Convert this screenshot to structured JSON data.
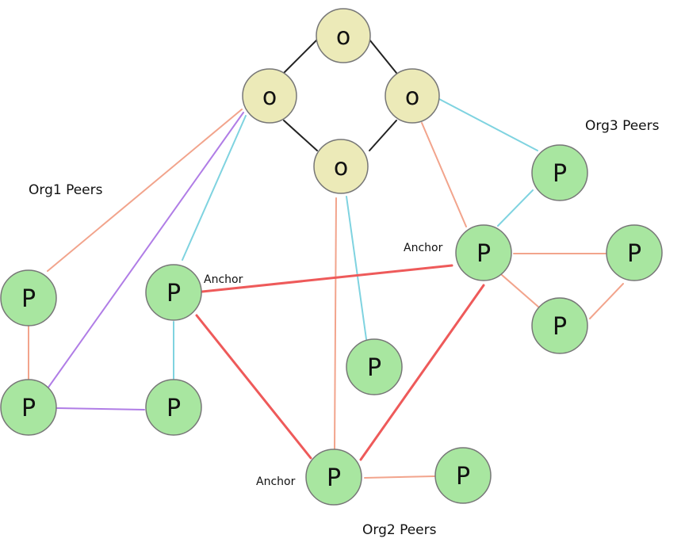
{
  "labels": {
    "org1": "Org1 Peers",
    "org2": "Org2 Peers",
    "org3": "Org3 Peers",
    "anchor": "Anchor"
  },
  "nodes": {
    "orderer_letter": "o",
    "peer_letter": "P"
  },
  "colors": {
    "orderer_fill": "#eceab8",
    "peer_fill": "#a8e6a0",
    "node_stroke": "#777777",
    "orderer_link": "#222222",
    "intra_org_link": "#f2a48c",
    "cross_org_anchor_link": "#ee5a5a",
    "peer_orderer_link": "#7fd3e0",
    "org1_gossip_link": "#b07de6"
  }
}
